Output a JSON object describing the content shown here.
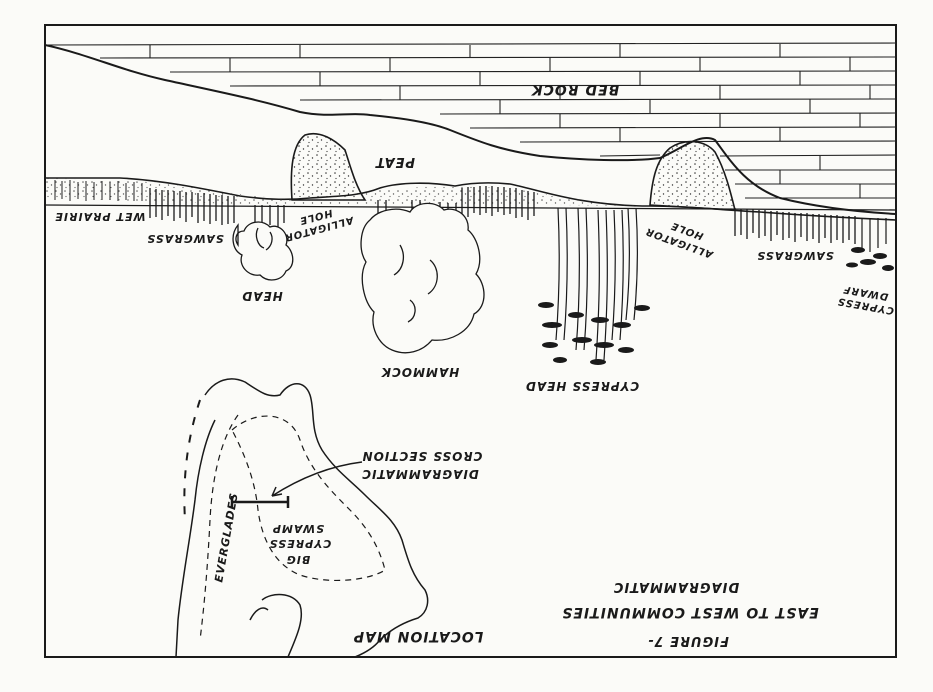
{
  "figure": {
    "number": "FIGURE 7-",
    "title": "EAST TO WEST COMMUNITIES",
    "subtitle": "DIAGRAMMATIC"
  },
  "cross_section": {
    "labels": {
      "bed_rock": "BED ROCK",
      "peat": "PEAT",
      "wet_prairie": "WET PRAIRIE",
      "sawgrass_west": "SAWGRASS",
      "alligator_hole_west_1": "ALLIGATOR",
      "alligator_hole_west_2": "HOLE",
      "head": "HEAD",
      "hammock": "HAMMOCK",
      "cypress_head": "CYPRESS HEAD",
      "alligator_hole_east_1": "ALLIGATOR",
      "alligator_hole_east_2": "HOLE",
      "sawgrass_east": "SAWGRASS",
      "dwarf_cypress_1": "DWARF",
      "dwarf_cypress_2": "CYPRESS"
    }
  },
  "location_map": {
    "title": "LOCATION MAP",
    "everglades": "EVERGLADES",
    "big_cypress_1": "BIG",
    "big_cypress_2": "CYPRESS",
    "big_cypress_3": "SWAMP",
    "callout_1": "DIAGRAMMATIC",
    "callout_2": "CROSS SECTION"
  },
  "colors": {
    "ink": "#1a1a1a",
    "paper": "#fbfbf8"
  }
}
